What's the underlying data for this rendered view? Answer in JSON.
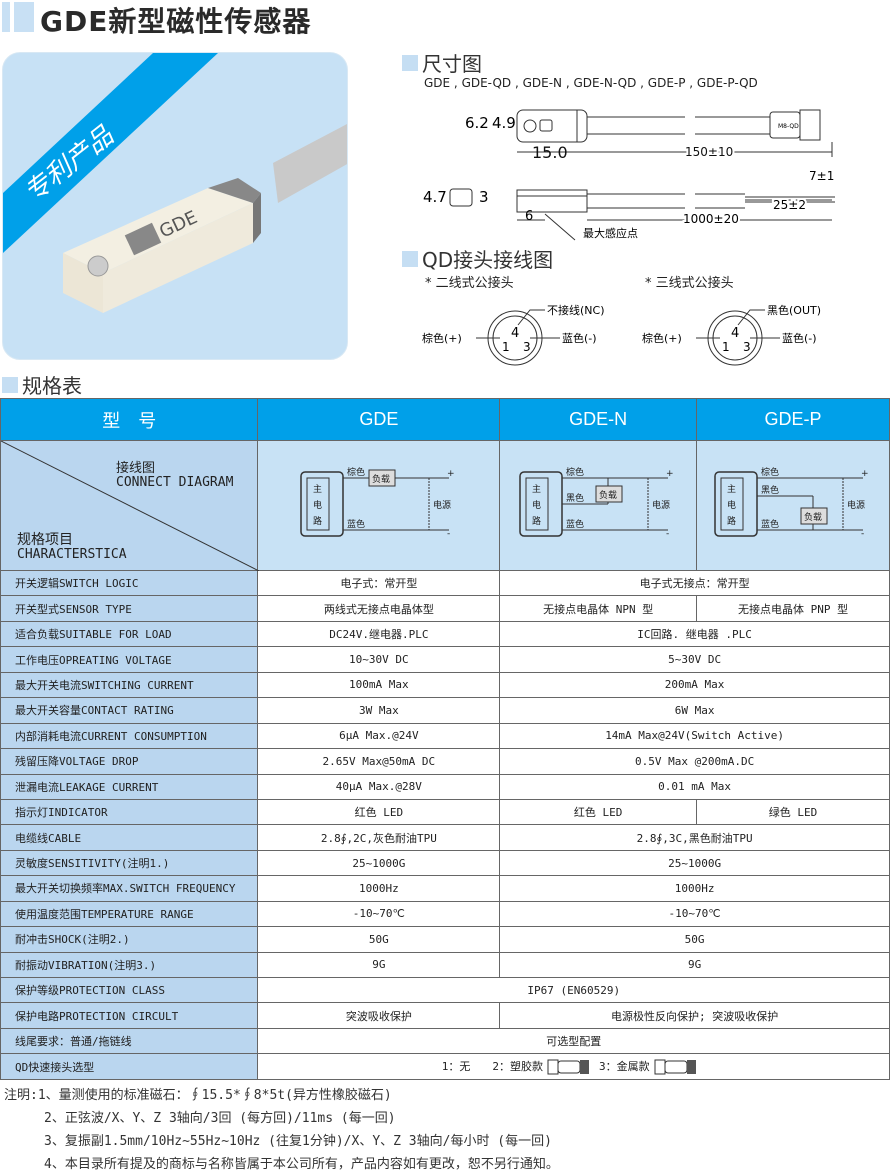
{
  "title": "GDE新型磁性传感器",
  "photo": {
    "ribbon": "专利产品",
    "logo": "GDE"
  },
  "dimensions": {
    "heading": "尺寸图",
    "models": "GDE , GDE-QD , GDE-N , GDE-N-QD , GDE-P , GDE-P-QD",
    "d_62": "6.2",
    "d_49": "4.9",
    "d_150": "15.0",
    "cable_qd": "150±10",
    "d_47": "4.7",
    "d_3": "3",
    "d_6": "6",
    "cable_len": "1000±20",
    "strip": "25±2",
    "strip2": "7±1",
    "sense_point": "最大感应点",
    "qd_tag": "M8-QD"
  },
  "qd": {
    "heading": "QD接头接线图",
    "two_wire": "* 二线式公接头",
    "three_wire": "* 三线式公接头",
    "nc": "不接线(NC)",
    "out": "黑色(OUT)",
    "brown": "棕色(+)",
    "blue": "蓝色(-)",
    "p1": "1",
    "p3": "3",
    "p4": "4"
  },
  "spec": {
    "heading": "规格表",
    "header": {
      "model": "型　号",
      "gde": "GDE",
      "gden": "GDE-N",
      "gdep": "GDE-P"
    },
    "diag_head": {
      "top_cn": "接线图",
      "top_en": "CONNECT DIAGRAM",
      "bot_cn": "规格项目",
      "bot_en": "CHARACTERSTICA"
    },
    "diag": {
      "main1": "主",
      "main2": "电",
      "main3": "路",
      "brown": "棕色",
      "black": "黑色",
      "blue": "蓝色",
      "load": "负载",
      "power": "电源",
      "plus": "+",
      "minus": "-"
    },
    "rows": [
      {
        "label": "开关逻辑SWITCH LOGIC",
        "cells": [
          "电子式：常开型",
          "电子式无接点：常开型"
        ]
      },
      {
        "label": "开关型式SENSOR TYPE",
        "cells": [
          "两线式无接点电晶体型",
          "无接点电晶体 NPN 型",
          "无接点电晶体 PNP 型"
        ]
      },
      {
        "label": "适合负载SUITABLE FOR LOAD",
        "cells": [
          "DC24V.继电器.PLC",
          "IC回路. 继电器 .PLC"
        ]
      },
      {
        "label": "工作电压OPREATING VOLTAGE",
        "cells": [
          "10~30V DC",
          "5~30V DC"
        ]
      },
      {
        "label": "最大开关电流SWITCHING CURRENT",
        "cells": [
          "100mA Max",
          "200mA Max"
        ]
      },
      {
        "label": "最大开关容量CONTACT RATING",
        "cells": [
          "3W Max",
          "6W Max"
        ]
      },
      {
        "label": "内部消耗电流CURRENT CONSUMPTION",
        "cells": [
          "6μA Max.@24V",
          "14mA Max@24V(Switch Active)"
        ]
      },
      {
        "label": "残留压降VOLTAGE DROP",
        "cells": [
          "2.65V Max@50mA DC",
          "0.5V Max @200mA.DC"
        ]
      },
      {
        "label": "泄漏电流LEAKAGE CURRENT",
        "cells": [
          "40μA Max.@28V",
          "0.01 mA Max"
        ]
      },
      {
        "label": "指示灯INDICATOR",
        "cells": [
          "红色  LED",
          "红色 LED",
          "绿色 LED"
        ]
      },
      {
        "label": "电缆线CABLE",
        "cells": [
          "2.8∮,2C,灰色耐油TPU",
          "2.8∮,3C,黑色耐油TPU"
        ]
      },
      {
        "label": "灵敏度SENSITIVITY(注明1.)",
        "cells": [
          "25~1000G",
          "25~1000G"
        ]
      },
      {
        "label": "最大开关切换频率MAX.SWITCH FREQUENCY",
        "cells": [
          "1000Hz",
          "1000Hz"
        ]
      },
      {
        "label": "使用温度范围TEMPERATURE RANGE",
        "cells": [
          "-10~70℃",
          "-10~70℃"
        ]
      },
      {
        "label": "耐冲击SHOCK(注明2.)",
        "cells": [
          "50G",
          "50G"
        ]
      },
      {
        "label": "耐振动VIBRATION(注明3.)",
        "cells": [
          "9G",
          "9G"
        ]
      },
      {
        "label": "保护等级PROTECTION CLASS",
        "cells": [
          "IP67 (EN60529)"
        ]
      },
      {
        "label": "保护电路PROTECTION CIRCULT",
        "cells": [
          "突波吸收保护",
          "电源极性反向保护; 突波吸收保护"
        ]
      },
      {
        "label": "线尾要求：普通/拖链线",
        "cells": [
          "可选型配置"
        ]
      },
      {
        "label": "QD快速接头选型",
        "cells": [
          "1：无　　2：塑胶款",
          "3：金属款"
        ]
      }
    ]
  },
  "notes": [
    "注明:1、量测使用的标准磁石：∮15.5*∮8*5t(异方性橡胶磁石)",
    "2、正弦波/X、Y、Z 3轴向/3回 (每方回)/11ms (每一回)",
    "3、复振副1.5mm/10Hz~55Hz~10Hz (往复1分钟)/X、Y、Z 3轴向/每小时 (每一回)",
    "4、本目录所有提及的商标与名称皆属于本公司所有，产品内容如有更改，恕不另行通知。"
  ]
}
